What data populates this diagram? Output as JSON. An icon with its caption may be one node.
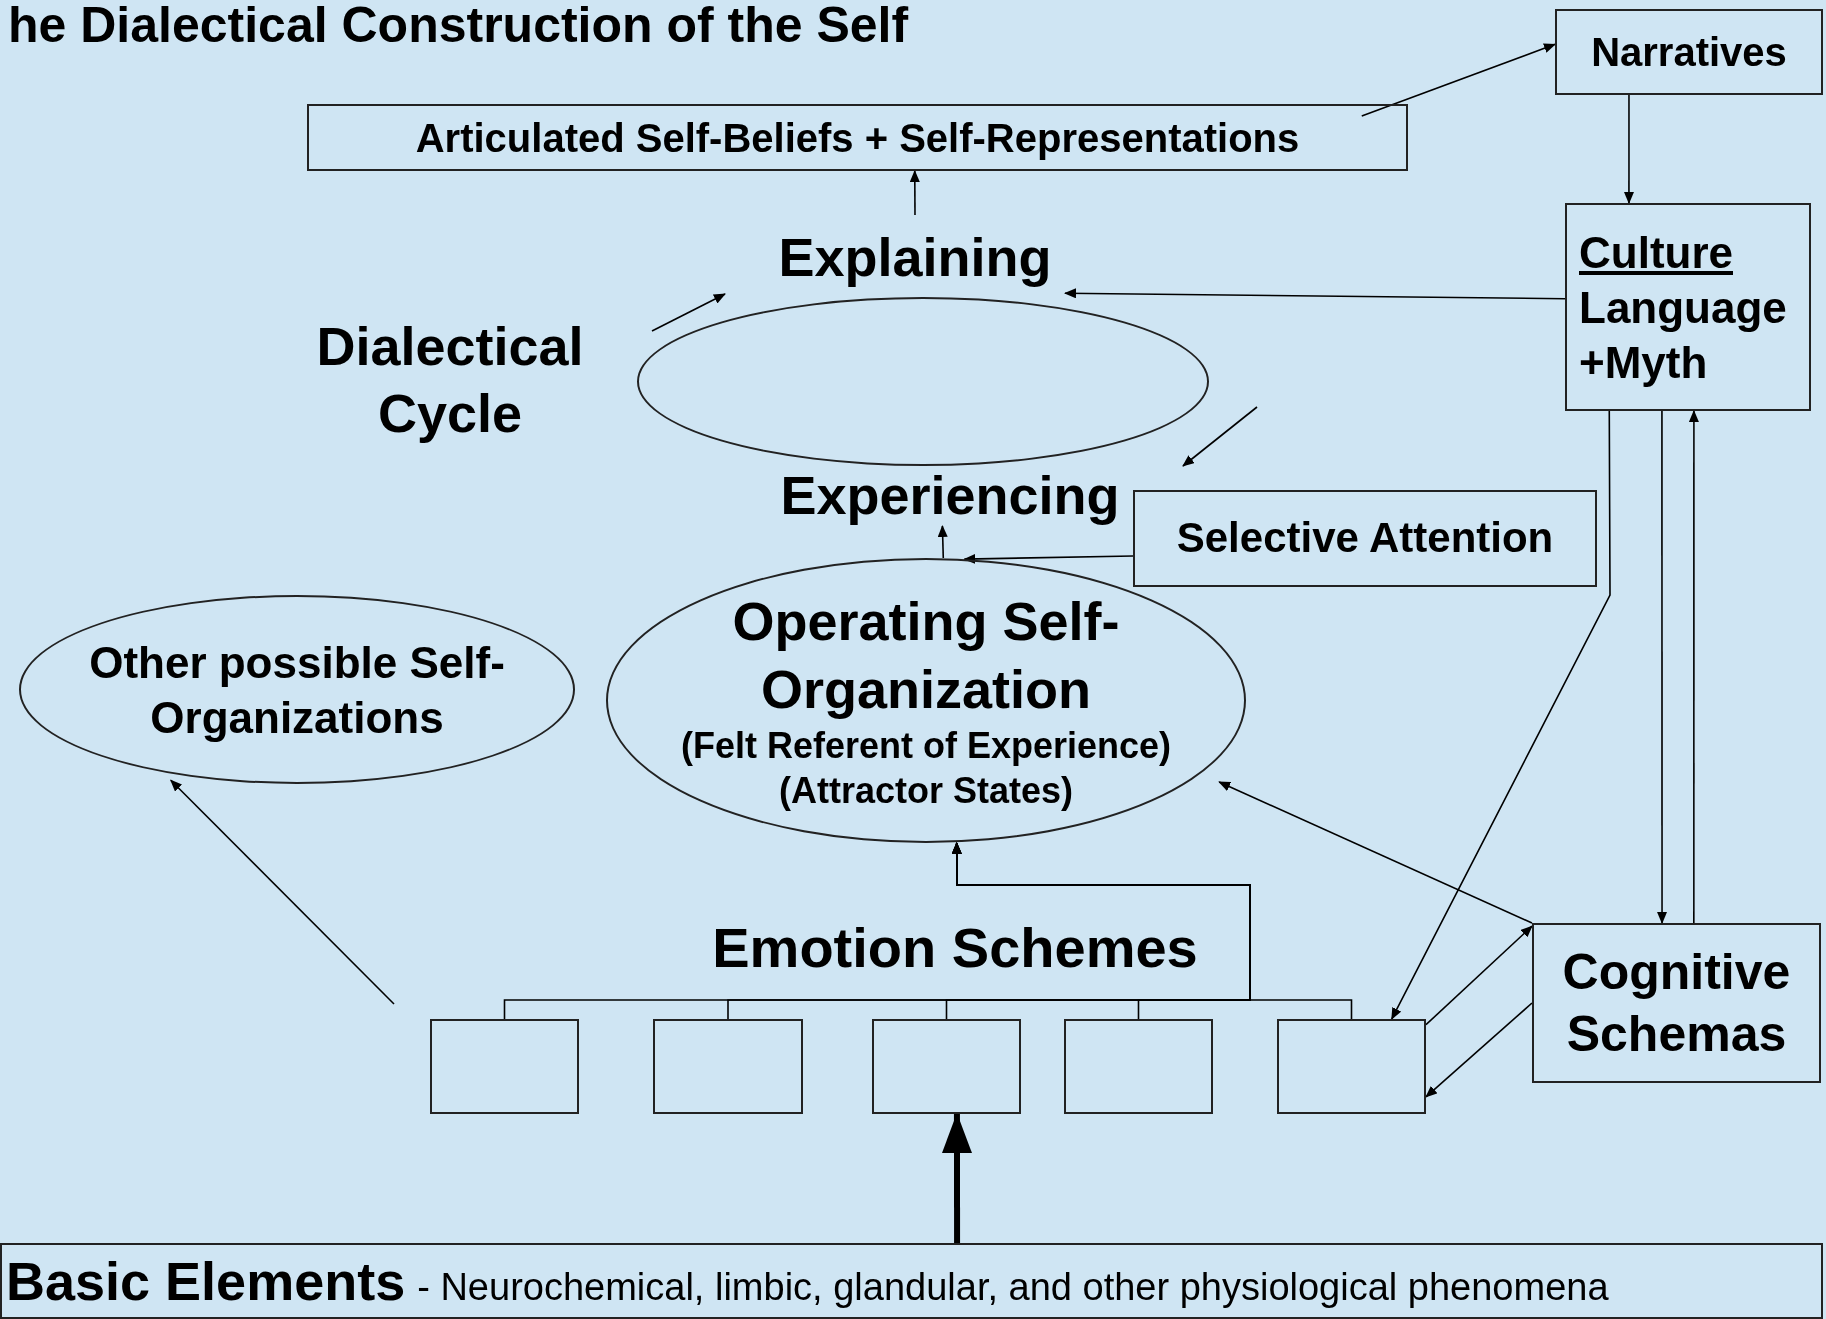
{
  "diagram": {
    "title": "he Dialectical Construction of the Self",
    "nodes": [
      {
        "text": [
          "Narratives"
        ]
      },
      {
        "text": [
          "Articulated Self-Beliefs + Self-Representations"
        ]
      },
      {
        "text": [
          "Explaining"
        ]
      },
      {
        "text": [
          "Dialectical Cycle"
        ]
      },
      {
        "text": [],
        "shape": "circle"
      },
      {
        "text": [
          "Experiencing"
        ]
      },
      {
        "text": [
          "Selective Attention"
        ]
      },
      {
        "text": [
          "Culture",
          "Language +Myth"
        ]
      },
      {
        "text": [
          "Operating Self-Organization",
          "(Felt Referent of Experience)",
          "(Attractor States)"
        ]
      },
      {
        "text": [
          "Other possible Self-Organizations"
        ]
      },
      {
        "text": [
          "Emotion Schemes"
        ]
      },
      {
        "text": [
          "Cognitive Schemas"
        ]
      },
      {
        "text": [],
        "shape": "box"
      },
      {
        "text": [],
        "shape": "box"
      },
      {
        "text": [],
        "shape": "box"
      },
      {
        "text": [],
        "shape": "box"
      },
      {
        "text": [],
        "shape": "box"
      },
      {
        "text": [
          "Basic Elements",
          "- Neurochemical, limbic, glandular, and other physiological phenomena"
        ]
      }
    ],
    "edges": [
      {
        "from": 1,
        "to": 0,
        "arrow": "to"
      },
      {
        "from": 0,
        "to": 7,
        "arrow": "to"
      },
      {
        "from": 2,
        "to": 1,
        "arrow": "to"
      },
      {
        "from": 7,
        "to": 2,
        "arrow": "to"
      },
      {
        "from": 8,
        "to": 5,
        "arrow": "to"
      },
      {
        "from": 6,
        "to": 8,
        "arrow": "to"
      },
      {
        "from": 7,
        "to": 16,
        "arrow": "to"
      },
      {
        "from": 7,
        "to": 11,
        "arrow": "to"
      },
      {
        "from": 11,
        "to": 7,
        "arrow": "to"
      },
      {
        "from": 11,
        "to": 8,
        "arrow": "to"
      },
      {
        "from": 16,
        "to": 11,
        "arrow": "to"
      },
      {
        "from": 11,
        "to": 16,
        "arrow": "to"
      },
      {
        "from": 12,
        "to": 8,
        "arrow": "to"
      },
      {
        "from": 13,
        "to": 8,
        "arrow": "to"
      },
      {
        "from": 14,
        "to": 8,
        "arrow": "to"
      },
      {
        "from": 15,
        "to": 8,
        "arrow": "to"
      },
      {
        "from": 16,
        "to": 8,
        "arrow": "to"
      },
      {
        "from": null,
        "to": 9,
        "arrow": "to"
      },
      {
        "from": 17,
        "to": 14,
        "arrow": "to",
        "style": "thick"
      }
    ]
  }
}
